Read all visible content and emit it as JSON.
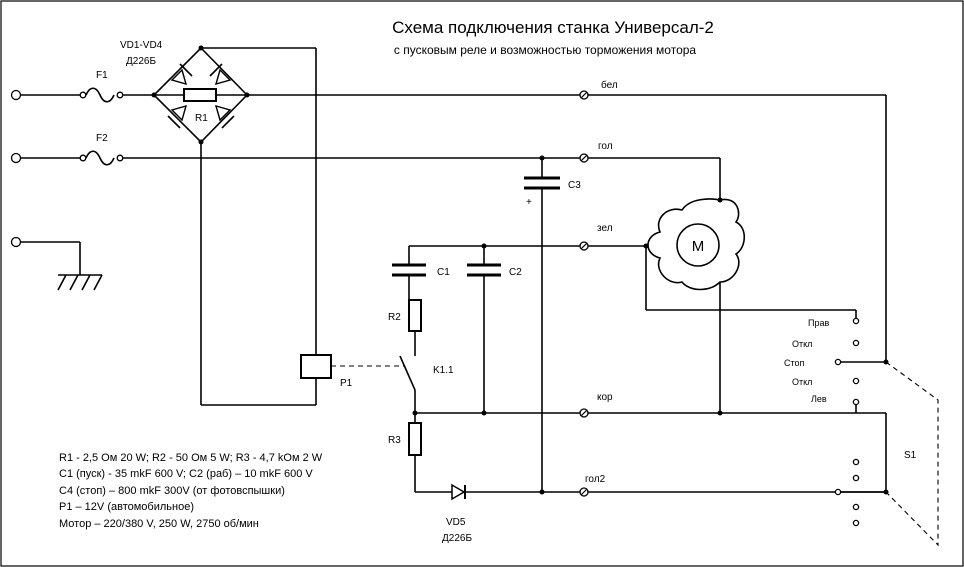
{
  "title": "Схема подключения станка Универсал-2",
  "subtitle": "с пусковым реле и возможностью торможения мотора",
  "components": {
    "bridge": "VD1-VD4",
    "bridge_part": "Д226Б",
    "fuse1": "F1",
    "fuse2": "F2",
    "r1": "R1",
    "r2": "R2",
    "r3": "R3",
    "c1": "C1",
    "c2": "C2",
    "c3": "C3",
    "c3_polarity": "+",
    "relay": "P1",
    "relay_contact": "K1.1",
    "diode": "VD5",
    "diode_part": "Д226Б",
    "motor": "M",
    "switch": "S1"
  },
  "wires": {
    "bel": "бел",
    "gol": "гол",
    "zel": "зел",
    "kor": "кор",
    "gol2": "гол2"
  },
  "switch_positions": {
    "prav": "Прав",
    "otkl1": "Откл",
    "stop": "Стоп",
    "otkl2": "Откл",
    "lev": "Лев"
  },
  "specs": [
    "R1 - 2,5 Ом 20 W;  R2 - 50 Ом 5 W;  R3 - 4,7 kОм 2 W",
    "C1 (пуск) - 35 mkF 600 V; C2 (раб) – 10 mkF 600 V",
    "C4 (стоп) – 800 mkF 300V (от фотовспышки)",
    "P1 – 12V (автомобильное)",
    "Мотор – 220/380 V, 250 W, 2750 об/мин"
  ]
}
